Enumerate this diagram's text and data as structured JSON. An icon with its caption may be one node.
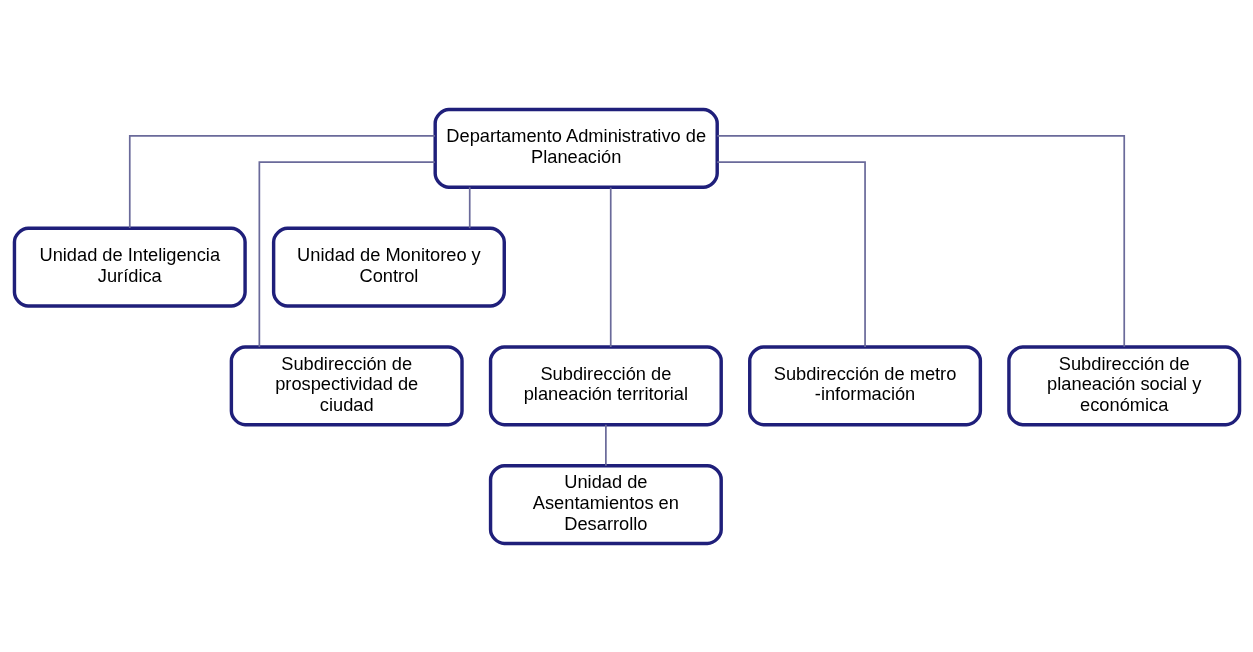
{
  "diagram": {
    "nodes": [
      {
        "text": [
          "Departamento Administrativo de Planeación"
        ]
      },
      {
        "text": [
          "Unidad de Inteligencia Jurídica"
        ]
      },
      {
        "text": [
          "Unidad de Monitoreo y Control"
        ]
      },
      {
        "text": [
          "Subdirección de prospectividad de ciudad"
        ]
      },
      {
        "text": [
          "Subdirección de planeación territorial"
        ]
      },
      {
        "text": [
          "Subdirección de metro -información"
        ]
      },
      {
        "text": [
          "Subdirección de planeación social y económica"
        ]
      },
      {
        "text": [
          "Unidad de Asentamientos en Desarrollo"
        ]
      }
    ],
    "edges": [
      {
        "from": 0,
        "to": 1,
        "arrow": "none"
      },
      {
        "from": 0,
        "to": 2,
        "arrow": "none"
      },
      {
        "from": 0,
        "to": 3,
        "arrow": "none"
      },
      {
        "from": 0,
        "to": 4,
        "arrow": "none"
      },
      {
        "from": 0,
        "to": 5,
        "arrow": "none"
      },
      {
        "from": 0,
        "to": 6,
        "arrow": "none"
      },
      {
        "from": 4,
        "to": 7,
        "arrow": "none"
      }
    ]
  }
}
